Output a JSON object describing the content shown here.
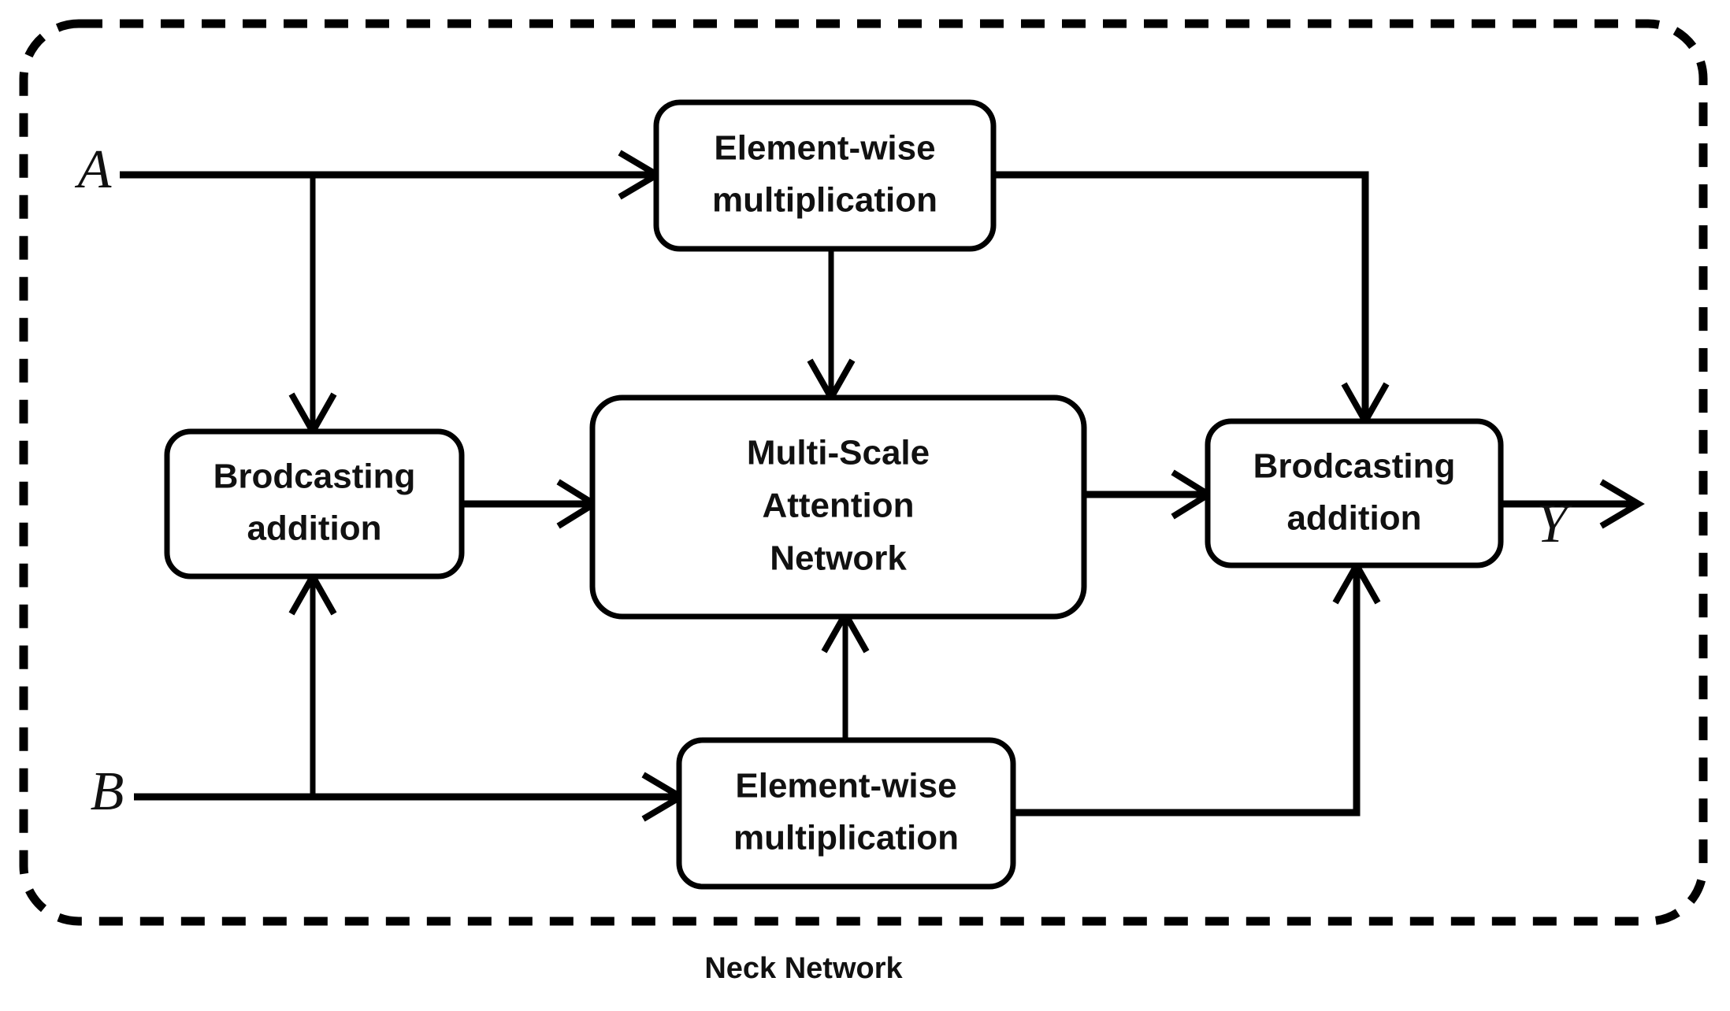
{
  "diagram": {
    "title": "Neck Network",
    "caption": "Neck Network",
    "container_style": "dashed-rounded-rectangle",
    "accent_color": "#000000",
    "background_color": "#ffffff",
    "inputs": [
      {
        "id": "input-a",
        "label": "A"
      },
      {
        "id": "input-b",
        "label": "B"
      }
    ],
    "outputs": [
      {
        "id": "output-y",
        "label": "Y"
      }
    ],
    "nodes": [
      {
        "id": "elementwise-multiplication-top",
        "label": "Element-wise multiplication",
        "line1": "Element-wise",
        "line2": "multiplication"
      },
      {
        "id": "broadcasting-addition-left",
        "label": "Brodcasting addition",
        "line1": "Brodcasting",
        "line2": "addition"
      },
      {
        "id": "multi-scale-attention-network",
        "label": "Multi-Scale Attention Network",
        "line1": "Multi-Scale",
        "line2": "Attention",
        "line3": "Network"
      },
      {
        "id": "broadcasting-addition-right",
        "label": "Brodcasting addition",
        "line1": "Brodcasting",
        "line2": "addition"
      },
      {
        "id": "elementwise-multiplication-bottom",
        "label": "Element-wise multiplication",
        "line1": "Element-wise",
        "line2": "multiplication"
      }
    ],
    "edges": [
      {
        "id": "edge-a-to-mul-top",
        "from": "A",
        "to": "elementwise-multiplication-top"
      },
      {
        "id": "edge-a-to-add-left",
        "from": "A",
        "to": "broadcasting-addition-left"
      },
      {
        "id": "edge-b-to-mul-bottom",
        "from": "B",
        "to": "elementwise-multiplication-bottom"
      },
      {
        "id": "edge-b-to-add-left",
        "from": "B",
        "to": "broadcasting-addition-left"
      },
      {
        "id": "edge-mul-top-to-msan",
        "from": "elementwise-multiplication-top",
        "to": "multi-scale-attention-network"
      },
      {
        "id": "edge-mul-top-to-add-right",
        "from": "elementwise-multiplication-top",
        "to": "broadcasting-addition-right"
      },
      {
        "id": "edge-add-left-to-msan",
        "from": "broadcasting-addition-left",
        "to": "multi-scale-attention-network"
      },
      {
        "id": "edge-mul-bottom-to-msan",
        "from": "elementwise-multiplication-bottom",
        "to": "multi-scale-attention-network"
      },
      {
        "id": "edge-mul-bottom-to-add-right",
        "from": "elementwise-multiplication-bottom",
        "to": "broadcasting-addition-right"
      },
      {
        "id": "edge-msan-to-add-right",
        "from": "multi-scale-attention-network",
        "to": "broadcasting-addition-right"
      },
      {
        "id": "edge-add-right-to-y",
        "from": "broadcasting-addition-right",
        "to": "Y"
      }
    ]
  }
}
